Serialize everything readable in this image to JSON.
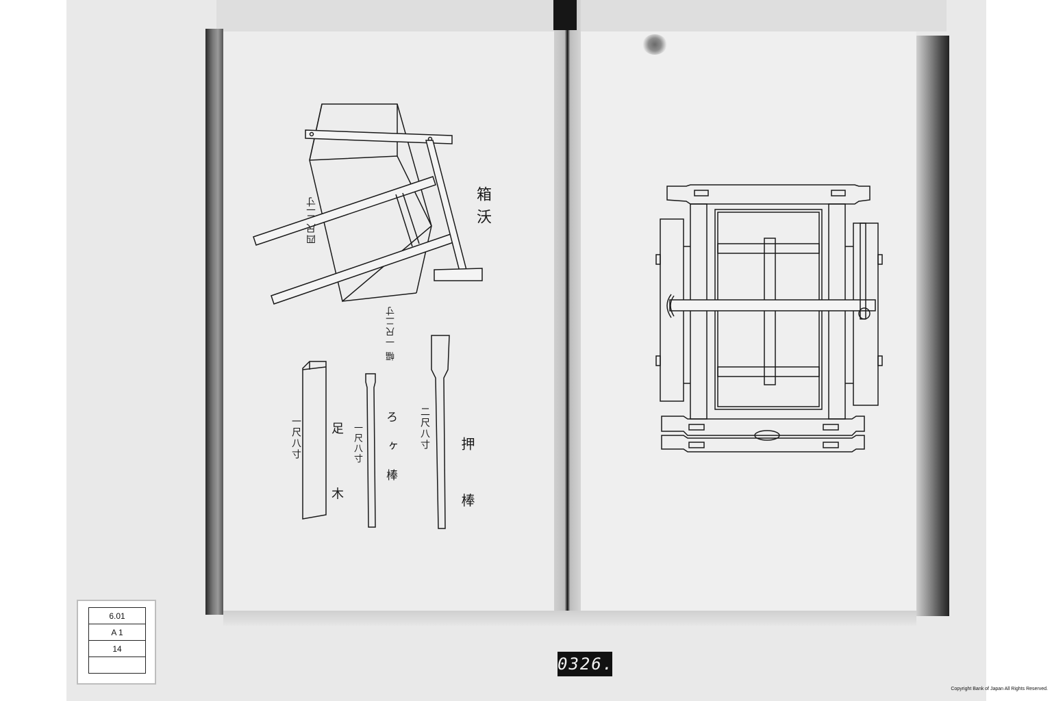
{
  "left_page": {
    "title": "箱 沃",
    "box_label_side": "四尺 二寸",
    "box_label_width": "幅 一尺二寸",
    "part1_label": "押 棒",
    "part1_dim": "二尺八寸",
    "part2_label": "ろ ヶ 棒",
    "part2_dim": "一尺八寸",
    "part3_label": "足 木",
    "part3_dim": "一尺八寸"
  },
  "catalog_card": {
    "rows": [
      "6.01",
      "A  1",
      "14",
      ""
    ]
  },
  "frame_counter": "0326.",
  "copyright": "Copyright Bank of Japan All Rights Reserved."
}
